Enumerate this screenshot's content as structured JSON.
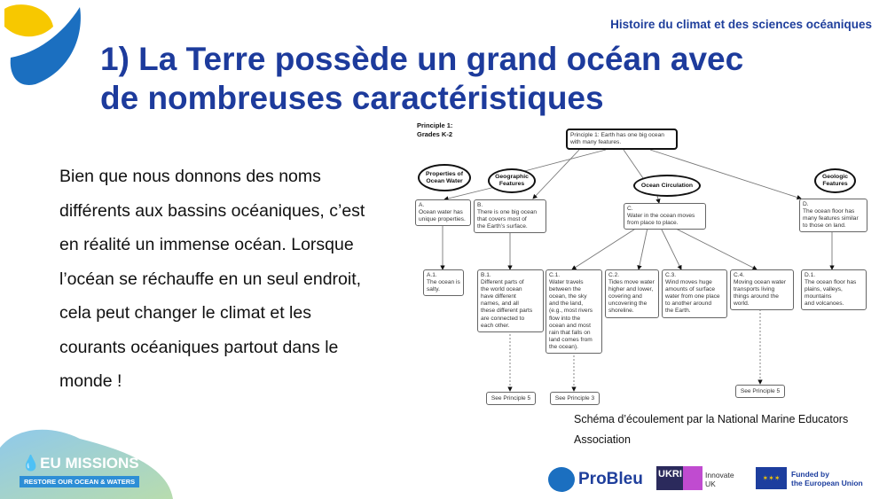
{
  "header": {
    "course": "Histoire du climat et des sciences océaniques"
  },
  "title": {
    "line1": "1) La Terre possède un grand océan avec",
    "line2": "de nombreuses caractéristiques"
  },
  "body": {
    "text": "Bien que nous donnons des noms différents aux bassins océaniques, c’est en réalité un immense océan. Lorsque l’océan se réchauffe en un seul endroit, cela peut changer le climat et les courants océaniques partout dans le monde !"
  },
  "diagram": {
    "heading": "Principle 1:\nGrades K-2",
    "root": "Principle 1: Earth has one big ocean\nwith many features.",
    "categories": [
      "Properties of\nOcean Water",
      "Geographic\nFeatures",
      "Ocean Circulation",
      "Geologic\nFeatures"
    ],
    "concepts": {
      "A": "A.\nOcean water has\nunique properties.",
      "B": "B.\nThere is one big ocean\nthat covers most of\nthe Earth’s surface.",
      "C": "C.\nWater in the ocean moves\nfrom place to place.",
      "D": "D.\nThe ocean floor has\nmany features similar\nto those on land."
    },
    "details": {
      "A1": "A.1.\nThe ocean is\nsalty.",
      "B1": "B.1.\nDifferent parts of\nthe world ocean\nhave different\nnames, and all\nthese different parts\nare connected to\neach other.",
      "C1": "C.1.\nWater travels\nbetween the\nocean, the sky\nand the land,\n(e.g., most rivers\nflow into the\nocean and most\nrain that falls on\nland comes from\nthe ocean).",
      "C2": "C.2.\nTides move water\nhigher and lower,\ncovering and\nuncovering the\nshoreline.",
      "C3": "C.3.\nWind moves huge\namounts of surface\nwater from one place\nto another around\nthe Earth.",
      "C4": "C.4.\nMoving ocean water\ntransports living\nthings around the\nworld.",
      "D1": "D.1.\nThe ocean floor has\nplains, valleys,\nmountains\nand volcanoes."
    },
    "refs": [
      "See Principle 5",
      "See Principle 3",
      "See Principle 5"
    ]
  },
  "caption": {
    "line1": "Schéma d’écoulement par la National Marine Educators",
    "line2": "Association"
  },
  "logos": {
    "eu_missions": "EU MISSIONS",
    "eu_missions_sub": "RESTORE OUR OCEAN & WATERS",
    "probleu": "ProBleu",
    "ukri": "UKRI",
    "innovate": "Innovate\nUK",
    "eu_funded": "Funded by\nthe European Union"
  },
  "colors": {
    "title": "#1d3b9c",
    "accent_yellow": "#f7c800",
    "accent_blue": "#1b6fc0"
  }
}
